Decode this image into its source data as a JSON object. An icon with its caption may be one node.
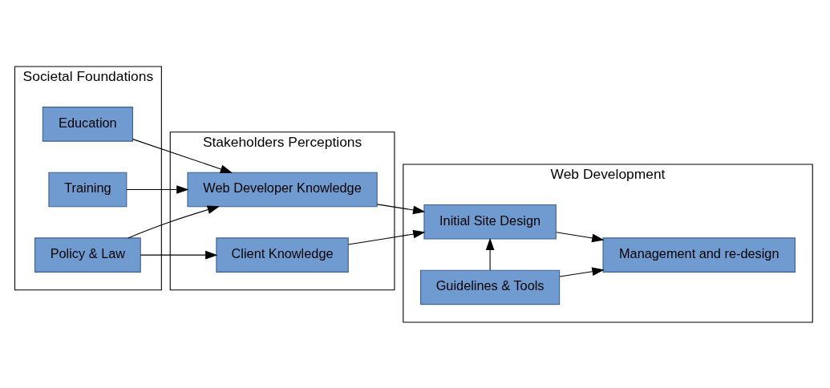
{
  "diagram": {
    "nodes": [
      {
        "text": [
          "Societal Foundations"
        ]
      },
      {
        "text": [
          "Education"
        ],
        "in": 0
      },
      {
        "text": [
          "Training"
        ],
        "in": 0
      },
      {
        "text": [
          "Policy & Law"
        ],
        "in": 0
      },
      {
        "text": [
          "Stakeholders Perceptions"
        ]
      },
      {
        "text": [
          "Web Developer Knowledge"
        ],
        "in": 4
      },
      {
        "text": [
          "Client Knowledge"
        ],
        "in": 4
      },
      {
        "text": [
          "Web Development"
        ]
      },
      {
        "text": [
          "Guidelines & Tools"
        ],
        "in": 7
      },
      {
        "text": [
          "Initial Site Design"
        ],
        "in": 7
      },
      {
        "text": [
          "Management and re-design"
        ],
        "in": 7
      }
    ],
    "edges": [
      {
        "from": 1,
        "to": 5,
        "arrow": "to"
      },
      {
        "from": 2,
        "to": 5,
        "arrow": "to"
      },
      {
        "from": 3,
        "to": 5,
        "arrow": "to"
      },
      {
        "from": 3,
        "to": 6,
        "arrow": "to"
      },
      {
        "from": 5,
        "to": 9,
        "arrow": "to"
      },
      {
        "from": 6,
        "to": 9,
        "arrow": "to"
      },
      {
        "from": 8,
        "to": 9,
        "arrow": "to"
      },
      {
        "from": 8,
        "to": 10,
        "arrow": "to"
      },
      {
        "from": 9,
        "to": 10,
        "arrow": "to"
      }
    ]
  }
}
